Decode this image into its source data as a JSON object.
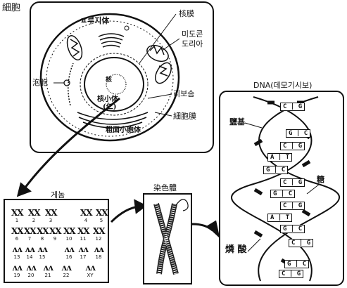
{
  "labels": {
    "cell": "細胞",
    "golgi": "ㅍ루지体",
    "nucleus": "核膜",
    "mito": "미도콘\n도리아",
    "vesicle": "泡胞",
    "nucleolus_inner": "核",
    "nucleolus": "核小体\n(仁)",
    "ribosome": "리보솜",
    "membrane": "細胞膜",
    "er": "粗面小胞体",
    "dna": "DNA(데모기시보)",
    "genome": "게놈",
    "chromosome": "染色體",
    "base": "鹽基",
    "sugar": "糖",
    "phosphate": "燐 酸"
  },
  "karyotype": {
    "rows": [
      [
        {
          "n": "1"
        },
        {
          "n": "2"
        },
        {
          "n": "3"
        },
        {
          "n": "4"
        },
        {
          "n": "5"
        }
      ],
      [
        {
          "n": "6"
        },
        {
          "n": "7"
        },
        {
          "n": "8"
        },
        {
          "n": "9"
        },
        {
          "n": "10"
        },
        {
          "n": "11"
        },
        {
          "n": "12"
        }
      ],
      [
        {
          "n": "13"
        },
        {
          "n": "14"
        },
        {
          "n": "15"
        },
        {
          "n": "16"
        },
        {
          "n": "17"
        },
        {
          "n": "18"
        }
      ],
      [
        {
          "n": "19"
        },
        {
          "n": "20"
        },
        {
          "n": "21"
        },
        {
          "n": "22"
        },
        {
          "n": "XY"
        }
      ]
    ]
  },
  "basepairs": [
    [
      "C",
      "G"
    ],
    [
      "G",
      "C"
    ],
    [
      "C",
      "G"
    ],
    [
      "A",
      "T"
    ],
    [
      "G",
      "C"
    ],
    [
      "C",
      "G"
    ],
    [
      "G",
      "C"
    ],
    [
      "C",
      "G"
    ],
    [
      "A",
      "T"
    ],
    [
      "G",
      "C"
    ],
    [
      "C",
      "G"
    ],
    [
      "G",
      "C"
    ],
    [
      "C",
      "G"
    ]
  ],
  "colors": {
    "ink": "#111111",
    "paper": "#ffffff"
  }
}
